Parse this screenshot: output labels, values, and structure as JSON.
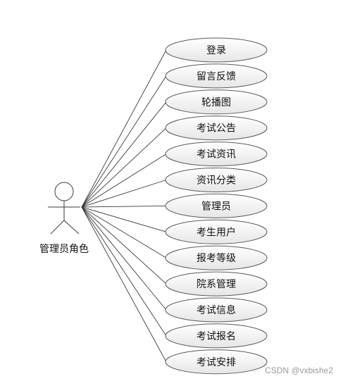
{
  "actor": {
    "label": "管理员角色"
  },
  "use_cases": [
    "登录",
    "留言反馈",
    "轮播图",
    "考试公告",
    "考试资讯",
    "资讯分类",
    "管理员",
    "考生用户",
    "报考等级",
    "院系管理",
    "考试信息",
    "考试报名",
    "考试安排"
  ],
  "watermark": "CSDN @vxbishe2"
}
